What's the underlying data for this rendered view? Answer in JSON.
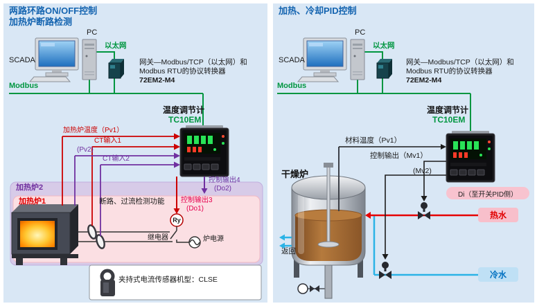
{
  "left_panel": {
    "title_line1": "两路环路ON/OFF控制",
    "title_line2": "加热炉断路检测",
    "scada_label": "SCADA",
    "pc_label": "PC",
    "ethernet_label": "以太网",
    "modbus_label": "Modbus",
    "gateway_note_line1": "网关—Modbus/TCP（以太网）和",
    "gateway_note_line2": "Modbus RTU的协议转换器",
    "gateway_model": "72EM2-M4",
    "controller_label": "温度调节计",
    "controller_model": "TC10EM",
    "input_pv1_label": "加热炉温度（Pv1）",
    "input_ct1_label": "CT输入1",
    "input_pv2_label": "(Pv2)",
    "input_ct2_label": "CT输入2",
    "output_do2_line1": "控制输出4",
    "output_do2_line2": "(Do2)",
    "output_do1_line1": "控制输出3",
    "output_do1_line2": "(Do1)",
    "furnace2_label": "加热炉2",
    "furnace1_label": "加热炉1",
    "detection_note": "断路、过流检测功能",
    "relay_symbol": "Ry",
    "relay_label": "继电器",
    "power_label": "炉电源",
    "ct_sensor_note": "夹持式电流传感器机型：CLSE"
  },
  "right_panel": {
    "title": "加热、冷却PID控制",
    "scada_label": "SCADA",
    "pc_label": "PC",
    "ethernet_label": "以太网",
    "modbus_label": "Modbus",
    "gateway_note_line1": "网关—Modbus/TCP（以太网）和",
    "gateway_note_line2": "Modbus RTU的协议转换器",
    "gateway_model": "72EM2-M4",
    "controller_label": "温度调节计",
    "controller_model": "TC10EM",
    "input_pv1_label": "材料温度（Pv1）",
    "output_mv1_label": "控制输出（Mv1）",
    "output_mv2_label": "(Mv2)",
    "dryer_label": "干燥炉",
    "di_label": "Di（至开关PID侧）",
    "hot_water_label": "热水",
    "cold_water_label": "冷水",
    "return_label": "返回"
  },
  "colors": {
    "panel_background": "#d9e7f5",
    "title_blue": "#1464b0",
    "network_green": "#009640",
    "signal_red": "#cc0000",
    "signal_purple": "#7030a0",
    "output_magenta": "#e5004f",
    "hot_water_red": "#e60000",
    "cold_water_blue": "#2bb3e6"
  }
}
